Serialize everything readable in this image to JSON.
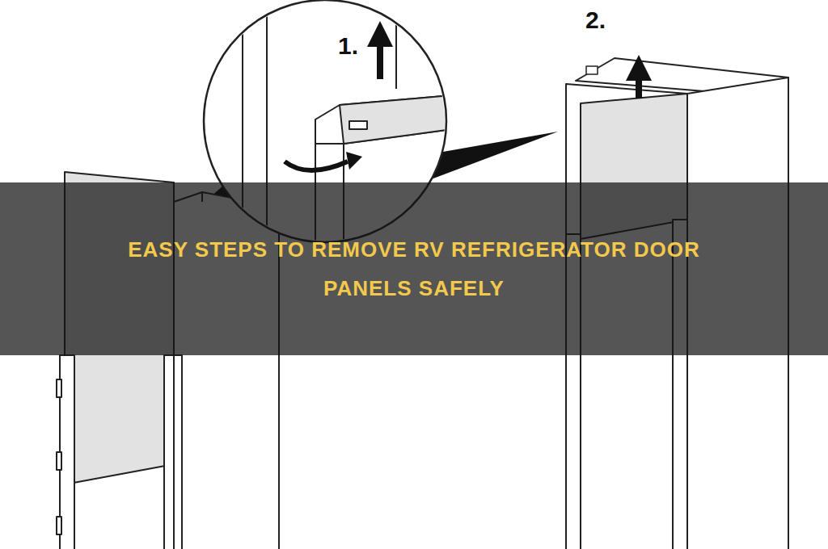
{
  "diagram": {
    "title": "EASY STEPS TO REMOVE RV REFRIGERATOR DOOR PANELS SAFELY",
    "labels": [
      "1.",
      "2."
    ]
  }
}
